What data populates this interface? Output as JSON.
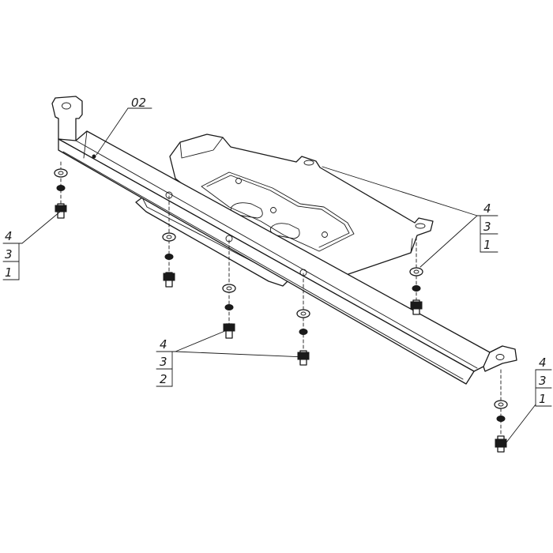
{
  "part_label": "02",
  "callouts": {
    "left": {
      "top": "4",
      "middle": "3",
      "bottom": "1"
    },
    "center": {
      "top": "4",
      "middle": "3",
      "bottom": "2"
    },
    "right_upper": {
      "top": "4",
      "middle": "3",
      "bottom": "1"
    },
    "right_lower": {
      "top": "4",
      "middle": "3",
      "bottom": "1"
    }
  }
}
